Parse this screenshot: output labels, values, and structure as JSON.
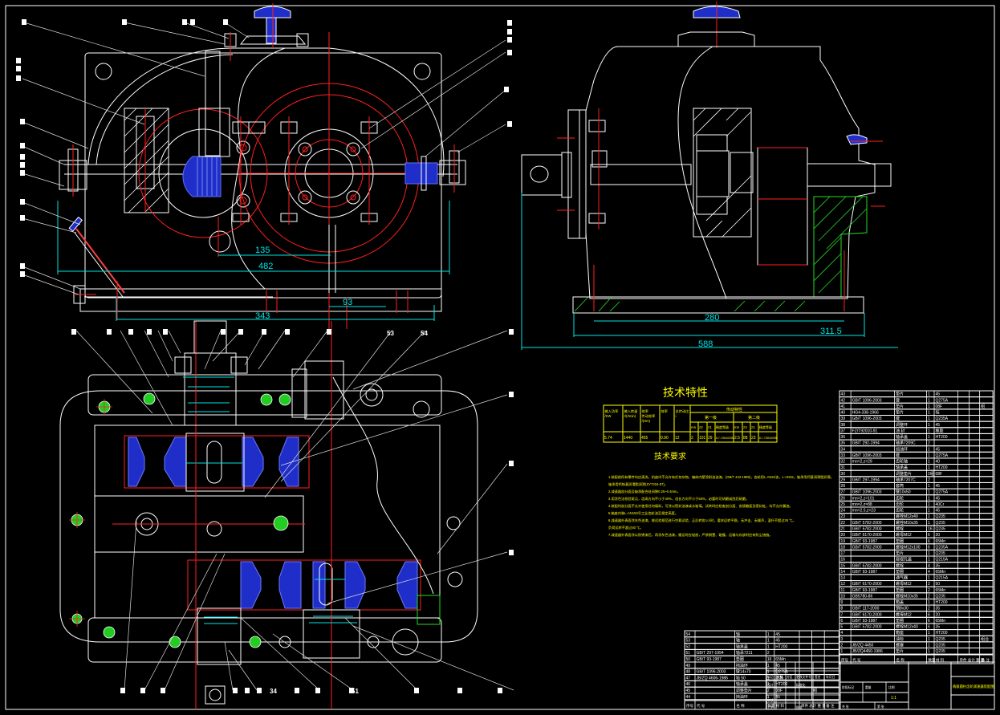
{
  "drawing": {
    "title_block_name": "两级圆柱齿轮减速器装配图",
    "tech_char_title": "技术特性",
    "tech_req_title": "技术要求"
  },
  "dimensions": {
    "front": {
      "d1": "135",
      "d2": "482",
      "d3": "93",
      "d4": "343"
    },
    "side": {
      "d1": "280",
      "d2": "311.5",
      "d3": "588"
    }
  },
  "callouts": {
    "plan_top": [
      "53",
      "54"
    ],
    "plan_bottom_marked": [
      "34",
      "51"
    ]
  },
  "tech_table": {
    "headers": [
      "输入功率 /KW",
      "输入转速 r/(r/min)",
      "效率 传动效率 /(Hm)",
      "效率",
      "总传动比 i",
      "传动特性"
    ],
    "stage_headers": [
      "第一级",
      "第二级"
    ],
    "sub_headers": [
      "mn",
      "z2",
      "z1",
      "精度等级",
      "mn",
      "z2",
      "z1",
      "精度等级"
    ],
    "row": [
      "5.74",
      "1440",
      "455",
      "0.90",
      "12",
      "2",
      "101",
      "29",
      "8-7-7GB10095",
      "2.5",
      "88",
      "23",
      "8-7-7GB10095"
    ]
  },
  "tech_requirements": [
    "1.装配前所有零件均应清洗，机座内不允许有任何杂物，箱体内壁涂耐油油漆。(GB/T 443-1989)，齿轮用L-AN22油，L-AN32。轴承用钙基润滑脂润滑。",
    "   轴承用钙钠基润滑脂润滑(SY7324-87)。",
    "2.减速器剖分面及轴承配合处间隙0.25~0.4mm。",
    "3.用涂色法检验斑点，齿高方向不小于40%，齿长方向不小于50%，必要时可研磨或刮后研磨。",
    "4.装配时剖分面不允许使用任何填料，可涂以密封油漆或水玻璃。试转时应检查剖分面、各接触面及密封处，均不允许漏油。",
    "5.箱座内装L-AN150号工业齿轮油至规定高度。",
    "6.减速器外表面涂灰色油漆。按试验规范进行空载试验，正反转各1小时，要求运转平稳，无冲击、无噪声，温升不超过35 ℃。",
    "   负荷运转不超过40 ℃。",
    "7.减速器外表面涂以防锈漆后，再涂灰色油漆。搬运时应轻放，严禁倒置、碰撞，运输与存放时应有防尘措施。"
  ],
  "parts_list_right": [
    [
      "43",
      "",
      "垫片",
      "1",
      "45",
      "",
      "",
      ""
    ],
    [
      "42",
      "GB/T 1096-2003",
      "键",
      "1",
      "Q275A",
      "",
      "",
      ""
    ],
    [
      "41",
      "",
      "垫片",
      "1",
      "08F",
      "",
      "",
      "组"
    ],
    [
      "40",
      "HG4-338-1966",
      "垫片",
      "1",
      "毡",
      "",
      "",
      ""
    ],
    [
      "39",
      "GB/T 1096-2003",
      "键",
      "1",
      "Q235A",
      "",
      "",
      ""
    ],
    [
      "38",
      "",
      "调整环",
      "1",
      "45",
      "",
      "",
      ""
    ],
    [
      "37",
      "FZ/T92010-91",
      "油 封",
      "1",
      "橡胶",
      "",
      "",
      ""
    ],
    [
      "36",
      "",
      "轴承盖",
      "1",
      "HT200",
      "",
      "",
      ""
    ],
    [
      "35",
      "GB/T 292-1994",
      "轴承7209C",
      "2",
      "",
      "",
      "",
      ""
    ],
    [
      "34",
      "",
      "挡油环",
      "1",
      "45",
      "",
      "",
      ""
    ],
    [
      "33",
      "GB/T 1096-2003",
      "键",
      "1",
      "Q275A",
      "",
      "",
      ""
    ],
    [
      "32",
      "mn=2,z=29",
      "齿轮轴",
      "1",
      "40",
      "",
      "",
      ""
    ],
    [
      "31",
      "",
      "轴承盖",
      "1",
      "HT200",
      "",
      "",
      ""
    ],
    [
      "30",
      "",
      "调整垫片",
      "2组",
      "08F",
      "",
      "",
      ""
    ],
    [
      "29",
      "GB/T 297-1994",
      "轴承7207C",
      "2",
      "",
      "",
      "",
      ""
    ],
    [
      "28",
      "",
      "套筒",
      "1",
      "45",
      "",
      "",
      ""
    ],
    [
      "27",
      "GB/T 1096-2003",
      "键10x50",
      "1",
      "Q275A",
      "",
      "",
      ""
    ],
    [
      "26",
      "mn=2,z=101",
      "齿轮",
      "1",
      "45",
      "",
      "",
      ""
    ],
    [
      "25",
      "mn=2,z=88",
      "齿轮",
      "1",
      "40Cr",
      "",
      "",
      ""
    ],
    [
      "24",
      "mn=2.5,z=23",
      "齿轮",
      "1",
      "45",
      "",
      "",
      ""
    ],
    [
      "23",
      "",
      "螺栓M12x40",
      "1",
      "Q235",
      "",
      "",
      ""
    ],
    [
      "22",
      "GB/T 5782-2000",
      "螺栓M10x35",
      "1",
      "Q235",
      "",
      "",
      ""
    ],
    [
      "21",
      "GB/T 5782-2000",
      "螺栓",
      "16",
      "Q235",
      "",
      "",
      ""
    ],
    [
      "20",
      "GB/T 6170-2000",
      "螺母M12",
      "6",
      "20",
      "",
      "",
      ""
    ],
    [
      "19",
      "GB/T 93-1987",
      "垫圈",
      "6",
      "65Mn",
      "",
      "",
      ""
    ],
    [
      "18",
      "GB/T 5782-2000",
      "螺栓M12x100",
      "6",
      "Q235A",
      "",
      "",
      ""
    ],
    [
      "17",
      "",
      "垫片",
      "1",
      "Q235",
      "",
      "",
      ""
    ],
    [
      "16",
      "",
      "窥视孔盖",
      "1",
      "Q215A",
      "",
      "",
      ""
    ],
    [
      "15",
      "GB/T 5782-2000",
      "螺栓",
      "4",
      "35",
      "",
      "",
      ""
    ],
    [
      "14",
      "GB/T 93-1987",
      "垫圈",
      "4",
      "65Mn",
      "",
      "",
      ""
    ],
    [
      "13",
      "",
      "通气器",
      "1",
      "Q215A",
      "",
      "",
      ""
    ],
    [
      "12",
      "GB/T 6170-2000",
      "螺母M12",
      "2",
      "50",
      "",
      "",
      ""
    ],
    [
      "11",
      "GB/T 93-1987",
      "垫圈",
      "2",
      "65Mn",
      "",
      "",
      ""
    ],
    [
      "10",
      "GB5780-86",
      "螺栓M10x35",
      "2",
      "Q235",
      "",
      "",
      ""
    ],
    [
      "9",
      "",
      "箱盖",
      "1",
      "HT200",
      "",
      "",
      ""
    ],
    [
      "8",
      "GB/T 117-2000",
      "销8x30",
      "2",
      "35",
      "",
      "",
      ""
    ],
    [
      "7",
      "GB/T 6170-2000",
      "螺母M12",
      "6",
      "20",
      "",
      "",
      ""
    ],
    [
      "6",
      "GB/T 93-1987",
      "垫圈",
      "6",
      "65Mn",
      "",
      "",
      ""
    ],
    [
      "5",
      "GB/T 5782-2000",
      "螺栓M12x40",
      "6",
      "35",
      "",
      "",
      ""
    ],
    [
      "4",
      "",
      "箱座",
      "1",
      "HT200",
      "",
      "",
      ""
    ],
    [
      "3",
      "",
      "油标",
      "1",
      "Q235",
      "",
      "",
      "组合"
    ],
    [
      "2",
      "JB/ZQ 4450",
      "螺塞",
      "1",
      "Q235",
      "",
      "",
      ""
    ],
    [
      "1",
      "JB/ZQ4450-1986",
      "垫片",
      "1",
      "Q235",
      "",
      "",
      ""
    ]
  ],
  "parts_list_left": [
    [
      "54",
      "",
      "轴",
      "1",
      "45",
      "",
      "",
      ""
    ],
    [
      "53",
      "",
      "轴",
      "1",
      "45",
      "",
      "",
      ""
    ],
    [
      "52",
      "",
      "轴承盖",
      "1",
      "HT200",
      "",
      "",
      ""
    ],
    [
      "51",
      "GB/T 297-1994",
      "轴承7211",
      "2",
      "",
      "",
      "",
      ""
    ],
    [
      "50",
      "GB/T 93-1987",
      "垫圈",
      "16",
      "65Mn",
      "",
      "",
      ""
    ],
    [
      "49",
      "",
      "挡油环",
      "1",
      "45",
      "",
      "",
      ""
    ],
    [
      "48",
      "GB/T 1096-2003",
      "键14x70",
      "1",
      "Q275A",
      "",
      "",
      ""
    ],
    [
      "47",
      "JB/ZQ 4606-1986",
      "毡 50",
      "1",
      "毛毡",
      "",
      "",
      ""
    ],
    [
      "46",
      "",
      "轴承盖",
      "1",
      "HT200",
      "",
      "",
      ""
    ],
    [
      "45",
      "",
      "调整垫片",
      "2",
      "08F",
      "",
      "组",
      ""
    ],
    [
      "44",
      "",
      "挡油环",
      "1",
      "45",
      "",
      "",
      ""
    ]
  ],
  "parts_header": [
    "序号",
    "代 号",
    "名 称",
    "数量",
    "材 料",
    "单件 总计 重 量",
    "备 注"
  ],
  "title_block": {
    "labels": [
      "标记",
      "处数",
      "分区",
      "更改文件号",
      "签名",
      "年月日"
    ],
    "labels2": [
      "设计",
      "标准化",
      "阶段标记",
      "重量",
      "比例"
    ],
    "labels3": [
      "审核",
      "工艺",
      "批准",
      "共 张",
      "第 张"
    ],
    "scale": "1:1"
  }
}
